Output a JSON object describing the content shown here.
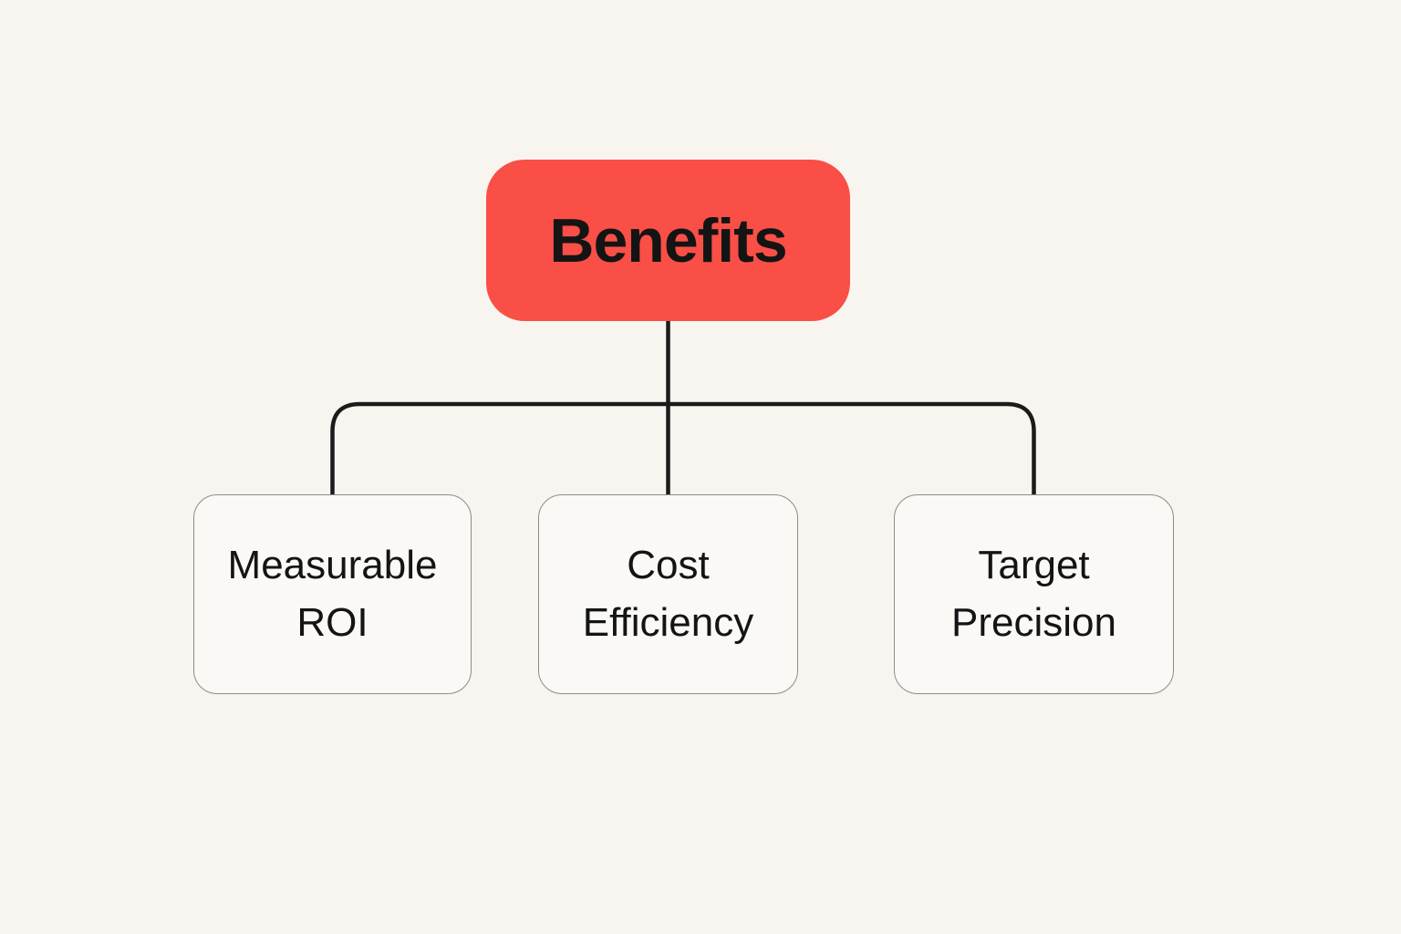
{
  "diagram": {
    "root": {
      "label": "Benefits"
    },
    "children": [
      {
        "label": "Measurable ROI",
        "display": "Measurable\nROI"
      },
      {
        "label": "Cost Efficiency",
        "display": "Cost\nEfficiency"
      },
      {
        "label": "Target Precision",
        "display": "Target\nPrecision"
      }
    ]
  },
  "colors": {
    "background": "#F8F5F1",
    "accent": "#F94F46",
    "node-fill": "#FBF9F6",
    "node-border": "#8E8C89",
    "line": "#1B1B1B",
    "text": "#141414"
  }
}
